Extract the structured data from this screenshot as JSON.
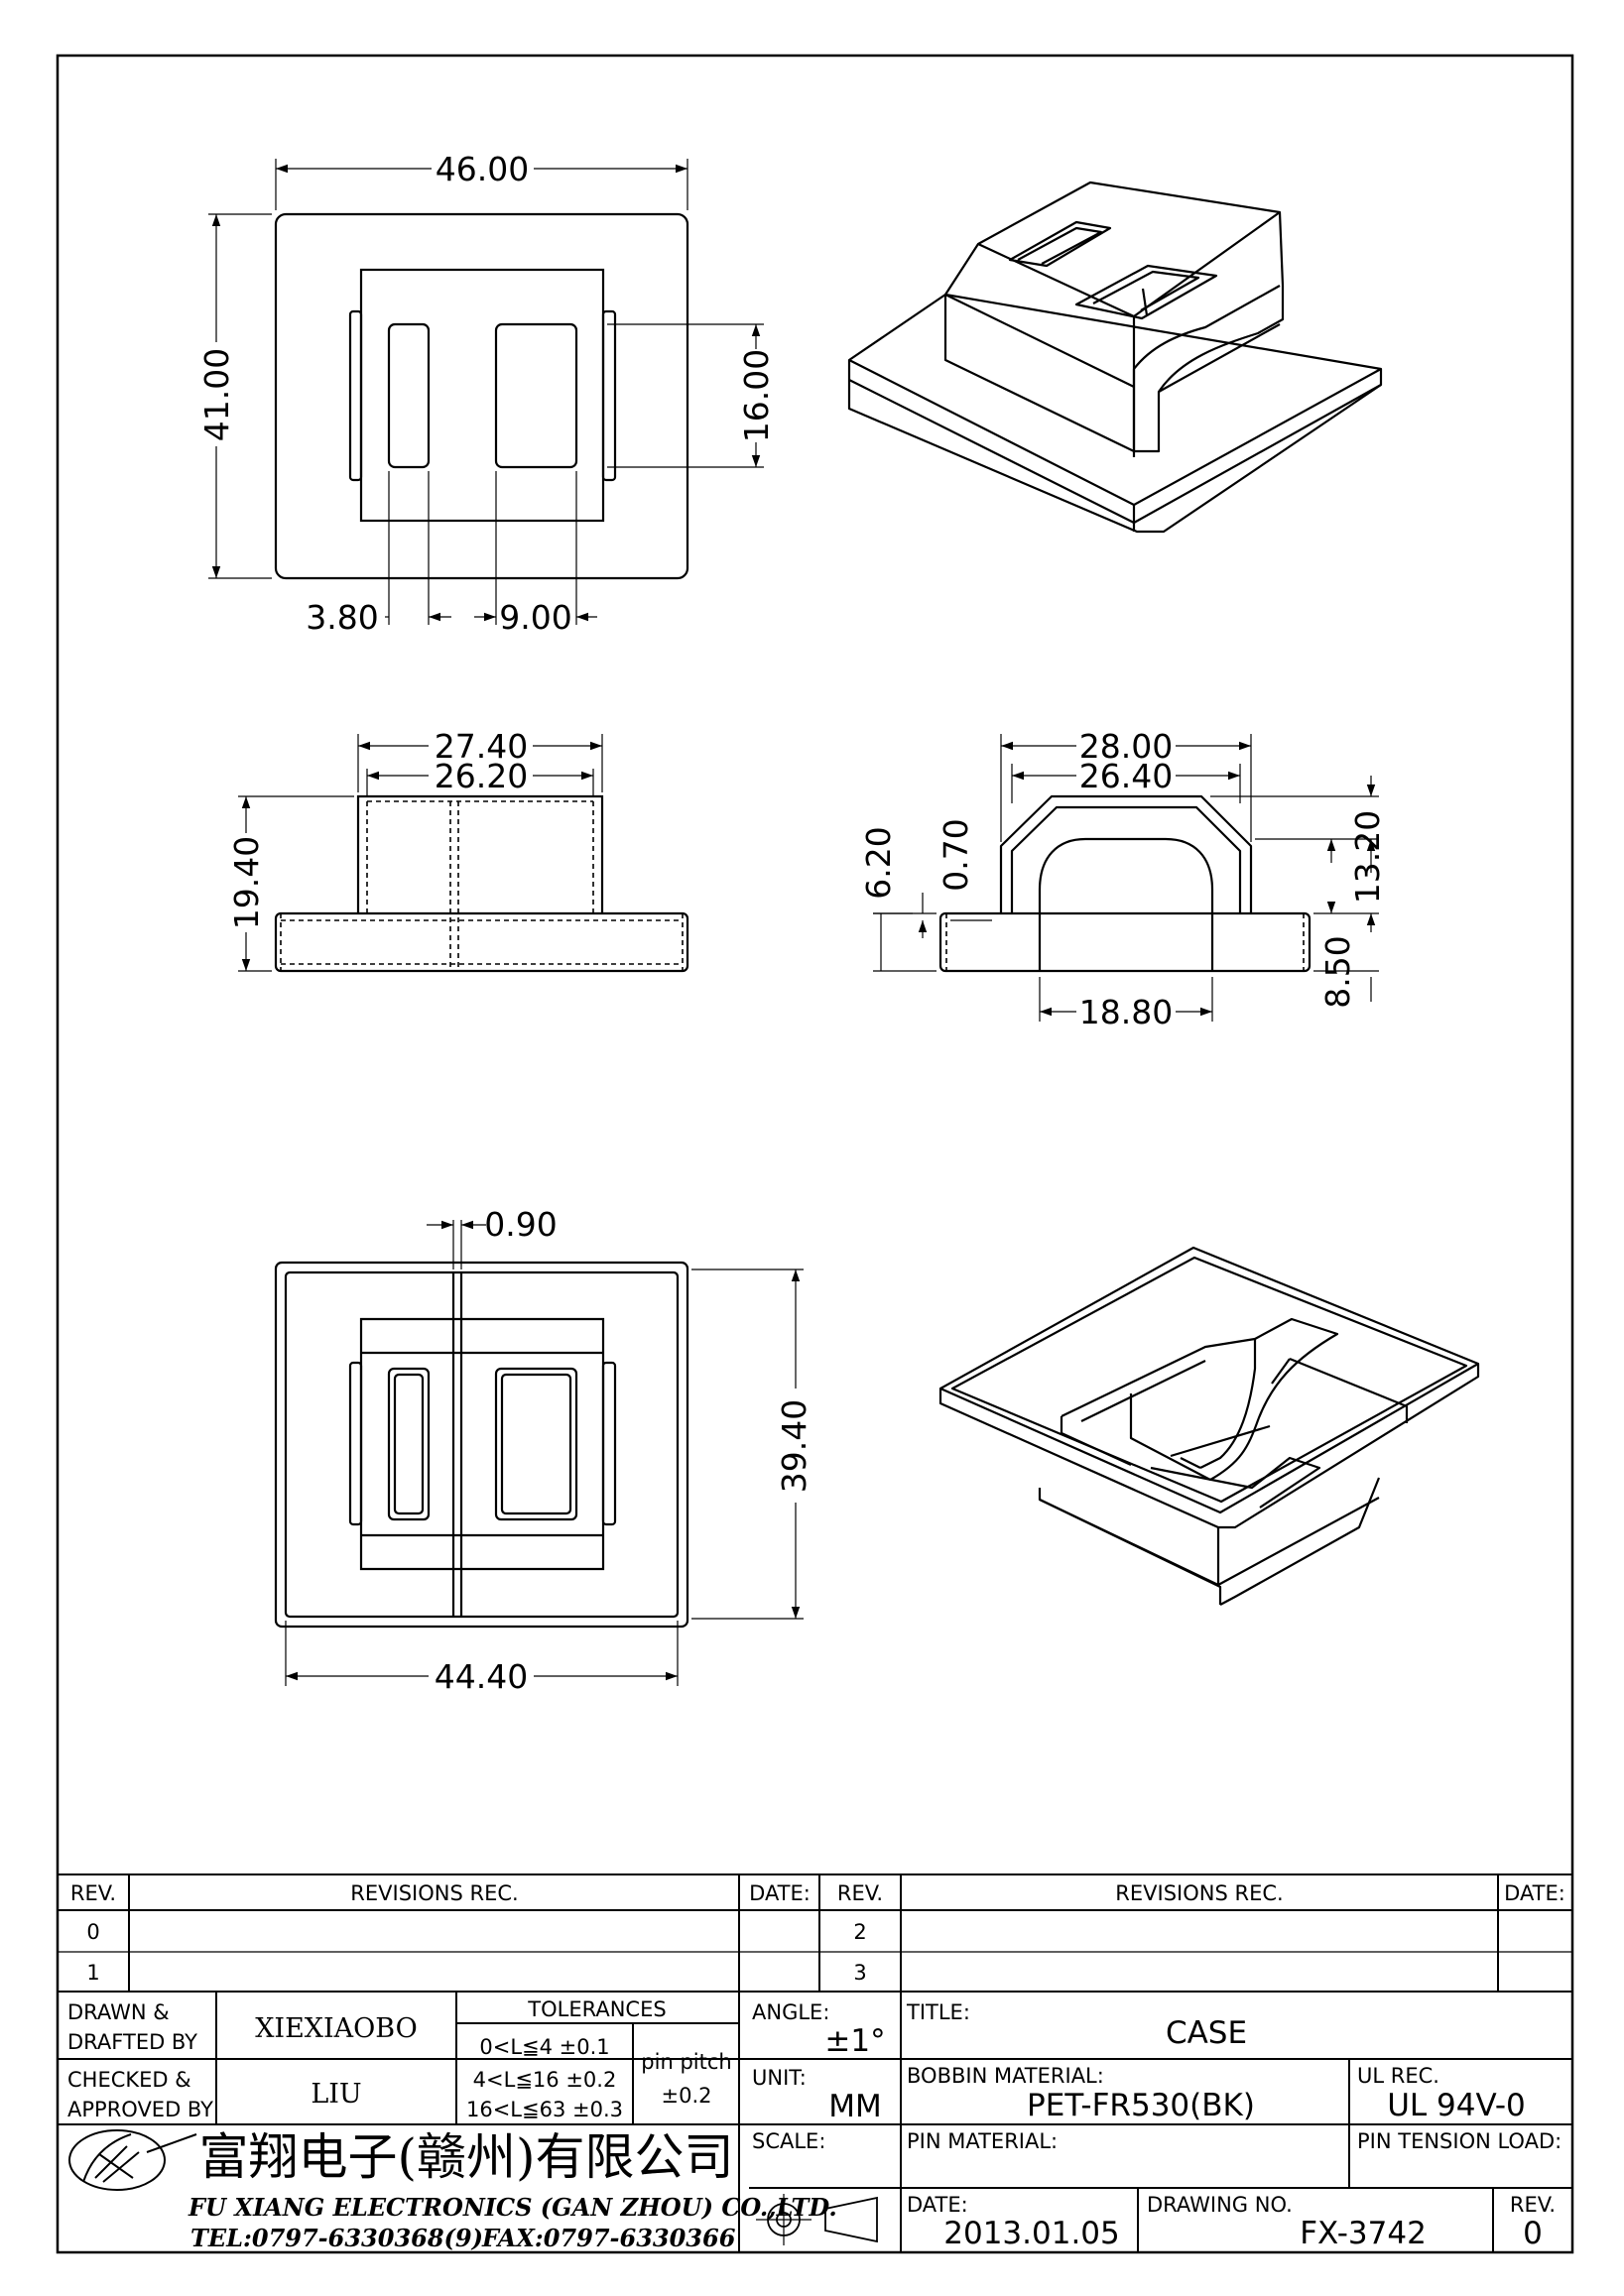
{
  "dimensions": {
    "top_width": "46.00",
    "top_height": "41.00",
    "top_window_height": "16.00",
    "slot_width": "3.80",
    "window_width": "9.00",
    "front_outer": "27.40",
    "front_inner": "26.20",
    "front_height": "19.40",
    "side_outer": "28.00",
    "side_inner": "26.40",
    "side_total": "6.20",
    "side_wall": "0.70",
    "side_arch_height": "13.20",
    "side_base": "8.50",
    "side_arch_width": "18.80",
    "bottom_divider": "0.90",
    "bottom_height": "39.40",
    "bottom_width": "44.40"
  },
  "title_block": {
    "rev_header": "REV.",
    "revisions_header": "REVISIONS   REC.",
    "date_header": "DATE:",
    "rev_rows_left": [
      "0",
      "1"
    ],
    "rev_rows_right": [
      "2",
      "3"
    ],
    "drawn_label_1": "DRAWN  &",
    "drawn_label_2": "DRAFTED  BY",
    "drawn_value": "XIEXIAOBO",
    "checked_label_1": "CHECKED  &",
    "checked_label_2": "APPROVED  BY",
    "checked_value": "LIU",
    "tolerances_label": "TOLERANCES",
    "tol_1": "0<L≦4    ±0.1",
    "tol_2": "4<L≦16  ±0.2",
    "tol_3": "16<L≦63  ±0.3",
    "pin_pitch_label": "pin  pitch",
    "pin_pitch_value": "±0.2",
    "angle_label": "ANGLE:",
    "angle_value": "±1°",
    "unit_label": "UNIT:",
    "unit_value": "MM",
    "scale_label": "SCALE:",
    "title_label": "TITLE:",
    "title_value": "CASE",
    "bobbin_label": "BOBBIN  MATERIAL:",
    "bobbin_value": "PET-FR530(BK)",
    "ul_label": "UL  REC.",
    "ul_value": "UL  94V-0",
    "pin_material_label": "PIN  MATERIAL:",
    "pin_tension_label": "PIN  TENSION  LOAD:",
    "date_label": "DATE:",
    "date_value": "2013.01.05",
    "drawing_label": "DRAWING  NO.",
    "drawing_value": "FX-3742",
    "rev_label": "REV.",
    "rev_value": "0"
  },
  "company": {
    "chinese_name": "富翔电子(赣州)有限公司",
    "english_name": "FU XIANG ELECTRONICS (GAN ZHOU) CO.,LTD.",
    "tel": "TEL:0797-6330368(9)",
    "fax": "FAX:0797-6330366"
  }
}
